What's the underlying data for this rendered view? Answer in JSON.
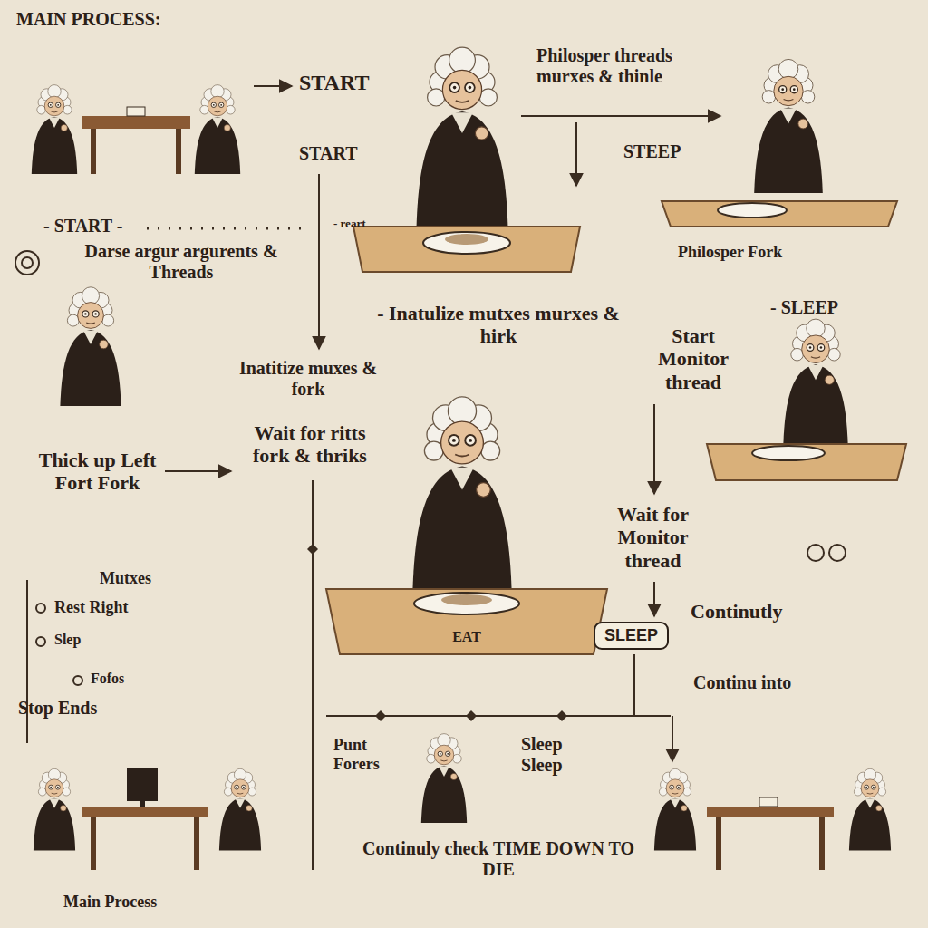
{
  "diagram": {
    "title": "MAIN PROCESS:",
    "nodes": [
      {
        "text": [
          "SLEEP"
        ]
      }
    ],
    "labels": [
      "START",
      "Philosper threads murxes & thinle",
      "START",
      "STEEP",
      "- START -",
      "- reart",
      "Darse argur argurents & Threads",
      "Philosper Fork",
      "- SLEEP",
      "- Inatulize mutxes murxes & hirk",
      "Start Monitor thread",
      "Inatitize muxes & fork",
      "Wait for ritts fork & thriks",
      "Thick up Left Fort Fork",
      "Wait for Monitor thread",
      "Mutxes",
      "Continutly",
      "Rest Right",
      "Slep",
      "Fofos",
      "EAT",
      "Continu into",
      "Stop Ends",
      "Punt Forers",
      "Sleep Sleep",
      "Continuly check TIME DOWN TO DIE",
      "Main Process"
    ]
  }
}
